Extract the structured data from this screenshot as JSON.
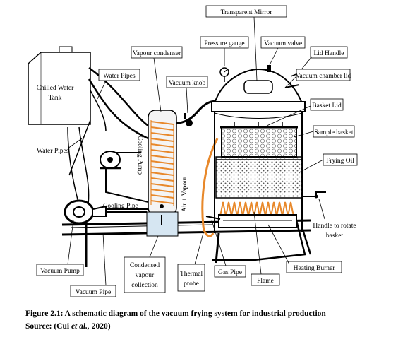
{
  "labels": {
    "transparent_mirror": "Transparent Mirror",
    "vapour_condenser": "Vapour condenser",
    "pressure_gauge": "Pressure gauge",
    "vacuum_valve": "Vacuum valve",
    "lid_handle": "Lid Handle",
    "chilled_water_tank_1": "Chilled Water",
    "chilled_water_tank_2": "Tank",
    "water_pipes_top": "Water Pipes",
    "vacuum_knob": "Vacuum knob",
    "vacuum_chamber_lid": "Vacuum chamber lid",
    "basket_lid": "Basket Lid",
    "water_pipes_left": "Water Pipes",
    "sample_basket": "Sample basket",
    "frying_oil": "Frying Oil",
    "cooling_pump": "Cooling Pump",
    "air_vapour": "Air + Vapour",
    "cooling_pipe": "Cooling Pipe",
    "handle_rotate_1": "Handle to rotate",
    "handle_rotate_2": "basket",
    "vacuum_pump": "Vacuum Pump",
    "condensed_1": "Condensed",
    "condensed_2": "vapour",
    "condensed_3": "collection",
    "thermal_probe_1": "Thermal",
    "thermal_probe_2": "probe",
    "gas_pipe": "Gas Pipe",
    "flame": "Flame",
    "heating_burner": "Heating Burner",
    "vacuum_pipe": "Vacuum Pipe"
  },
  "caption": {
    "line1": "Figure 2.1: A schematic diagram of the vacuum frying system for industrial production",
    "line2_prefix": "Source: (Cui ",
    "line2_italic": "et al.,",
    "line2_suffix": " 2020)"
  },
  "colors": {
    "coil": "#e8882a",
    "vessel": "#f4f4f4",
    "collection": "#d6e6f2",
    "outline": "#000000"
  }
}
